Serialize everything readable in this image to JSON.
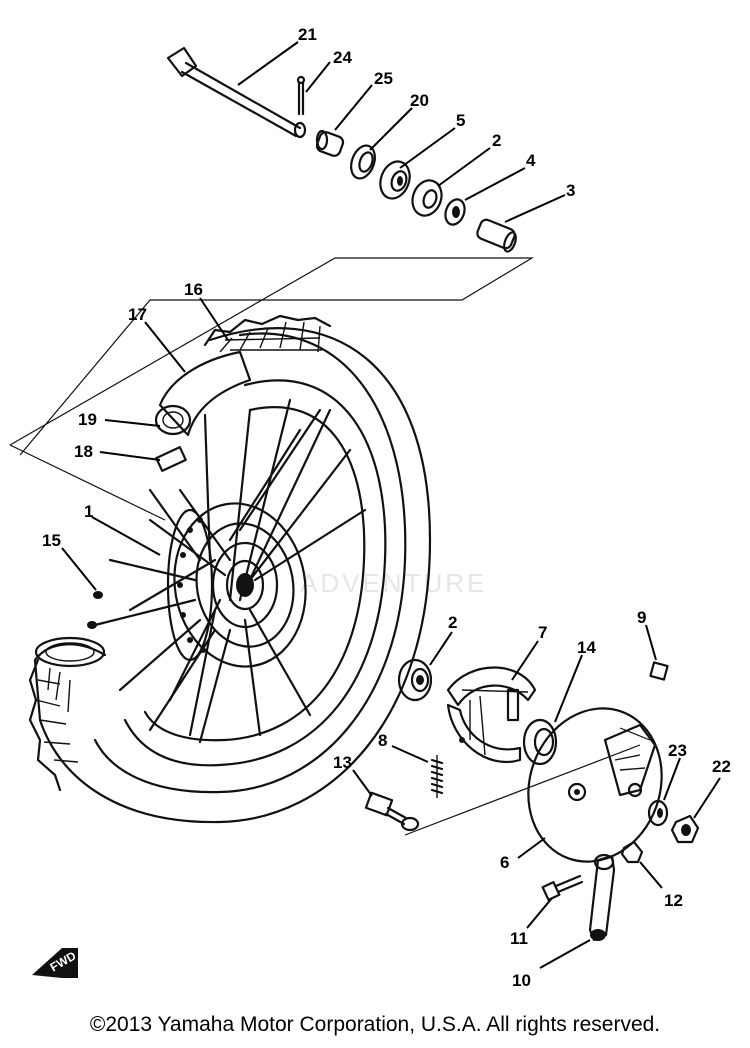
{
  "diagram": {
    "watermark": "ADVENTURE",
    "direction_marker": "FWD",
    "parts": [
      {
        "id": "part-21",
        "label": "21",
        "name": "wheel-axle"
      },
      {
        "id": "part-24",
        "label": "24",
        "name": "cotter-pin"
      },
      {
        "id": "part-25",
        "label": "25",
        "name": "collar"
      },
      {
        "id": "part-20",
        "label": "20",
        "name": "oil-seal"
      },
      {
        "id": "part-5",
        "label": "5",
        "name": "bearing"
      },
      {
        "id": "part-2a",
        "label": "2",
        "name": "bearing"
      },
      {
        "id": "part-4",
        "label": "4",
        "name": "spacer-flange"
      },
      {
        "id": "part-3",
        "label": "3",
        "name": "spacer"
      },
      {
        "id": "part-16",
        "label": "16",
        "name": "tire"
      },
      {
        "id": "part-17",
        "label": "17",
        "name": "tube"
      },
      {
        "id": "part-19",
        "label": "19",
        "name": "rim-band"
      },
      {
        "id": "part-18",
        "label": "18",
        "name": "valve"
      },
      {
        "id": "part-1",
        "label": "1",
        "name": "hub"
      },
      {
        "id": "part-15",
        "label": "15",
        "name": "spoke"
      },
      {
        "id": "part-2b",
        "label": "2",
        "name": "bearing"
      },
      {
        "id": "part-7",
        "label": "7",
        "name": "brake-shoe"
      },
      {
        "id": "part-14",
        "label": "14",
        "name": "oil-seal"
      },
      {
        "id": "part-9",
        "label": "9",
        "name": "indicator"
      },
      {
        "id": "part-8",
        "label": "8",
        "name": "spring"
      },
      {
        "id": "part-13",
        "label": "13",
        "name": "camshaft"
      },
      {
        "id": "part-23",
        "label": "23",
        "name": "washer"
      },
      {
        "id": "part-22",
        "label": "22",
        "name": "nut"
      },
      {
        "id": "part-6",
        "label": "6",
        "name": "brake-plate"
      },
      {
        "id": "part-12",
        "label": "12",
        "name": "nut"
      },
      {
        "id": "part-11",
        "label": "11",
        "name": "bolt"
      },
      {
        "id": "part-10",
        "label": "10",
        "name": "cam-lever"
      }
    ]
  },
  "footer": {
    "copyright": "©2013 Yamaha Motor Corporation, U.S.A. All rights reserved."
  }
}
